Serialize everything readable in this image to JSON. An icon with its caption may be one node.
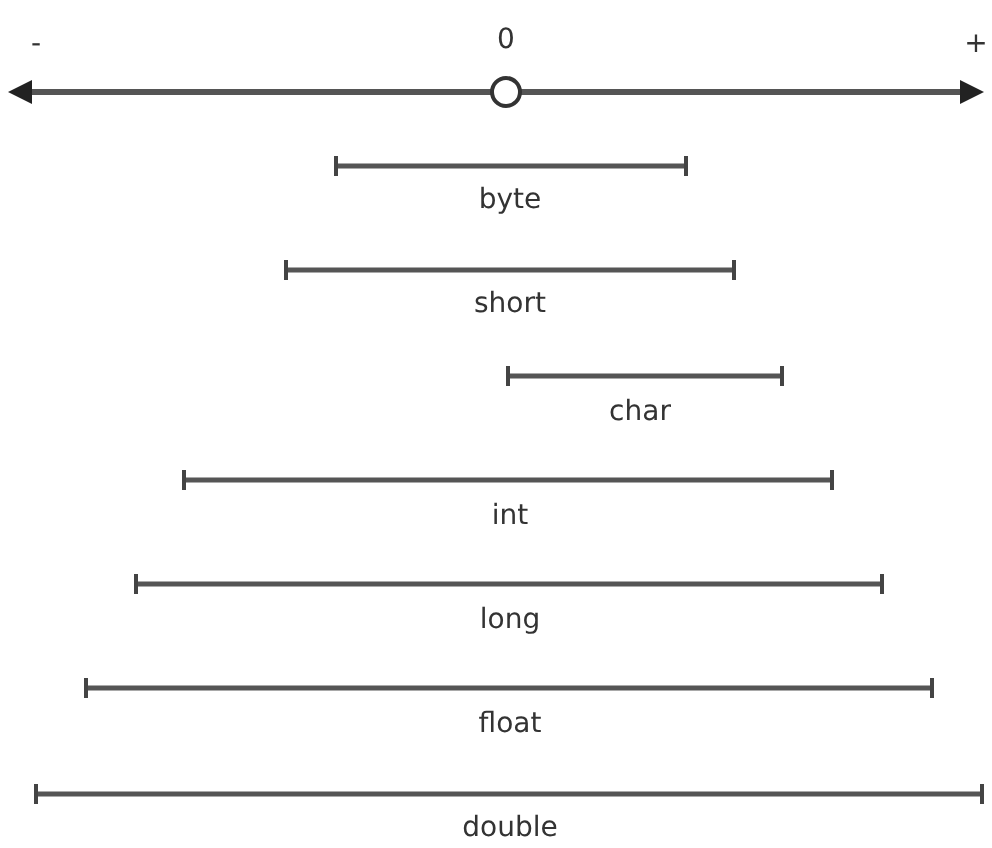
{
  "diagram": {
    "labels": [
      "-",
      "0",
      "+",
      "byte",
      "short",
      "char",
      "int",
      "long",
      "float",
      "double"
    ]
  }
}
